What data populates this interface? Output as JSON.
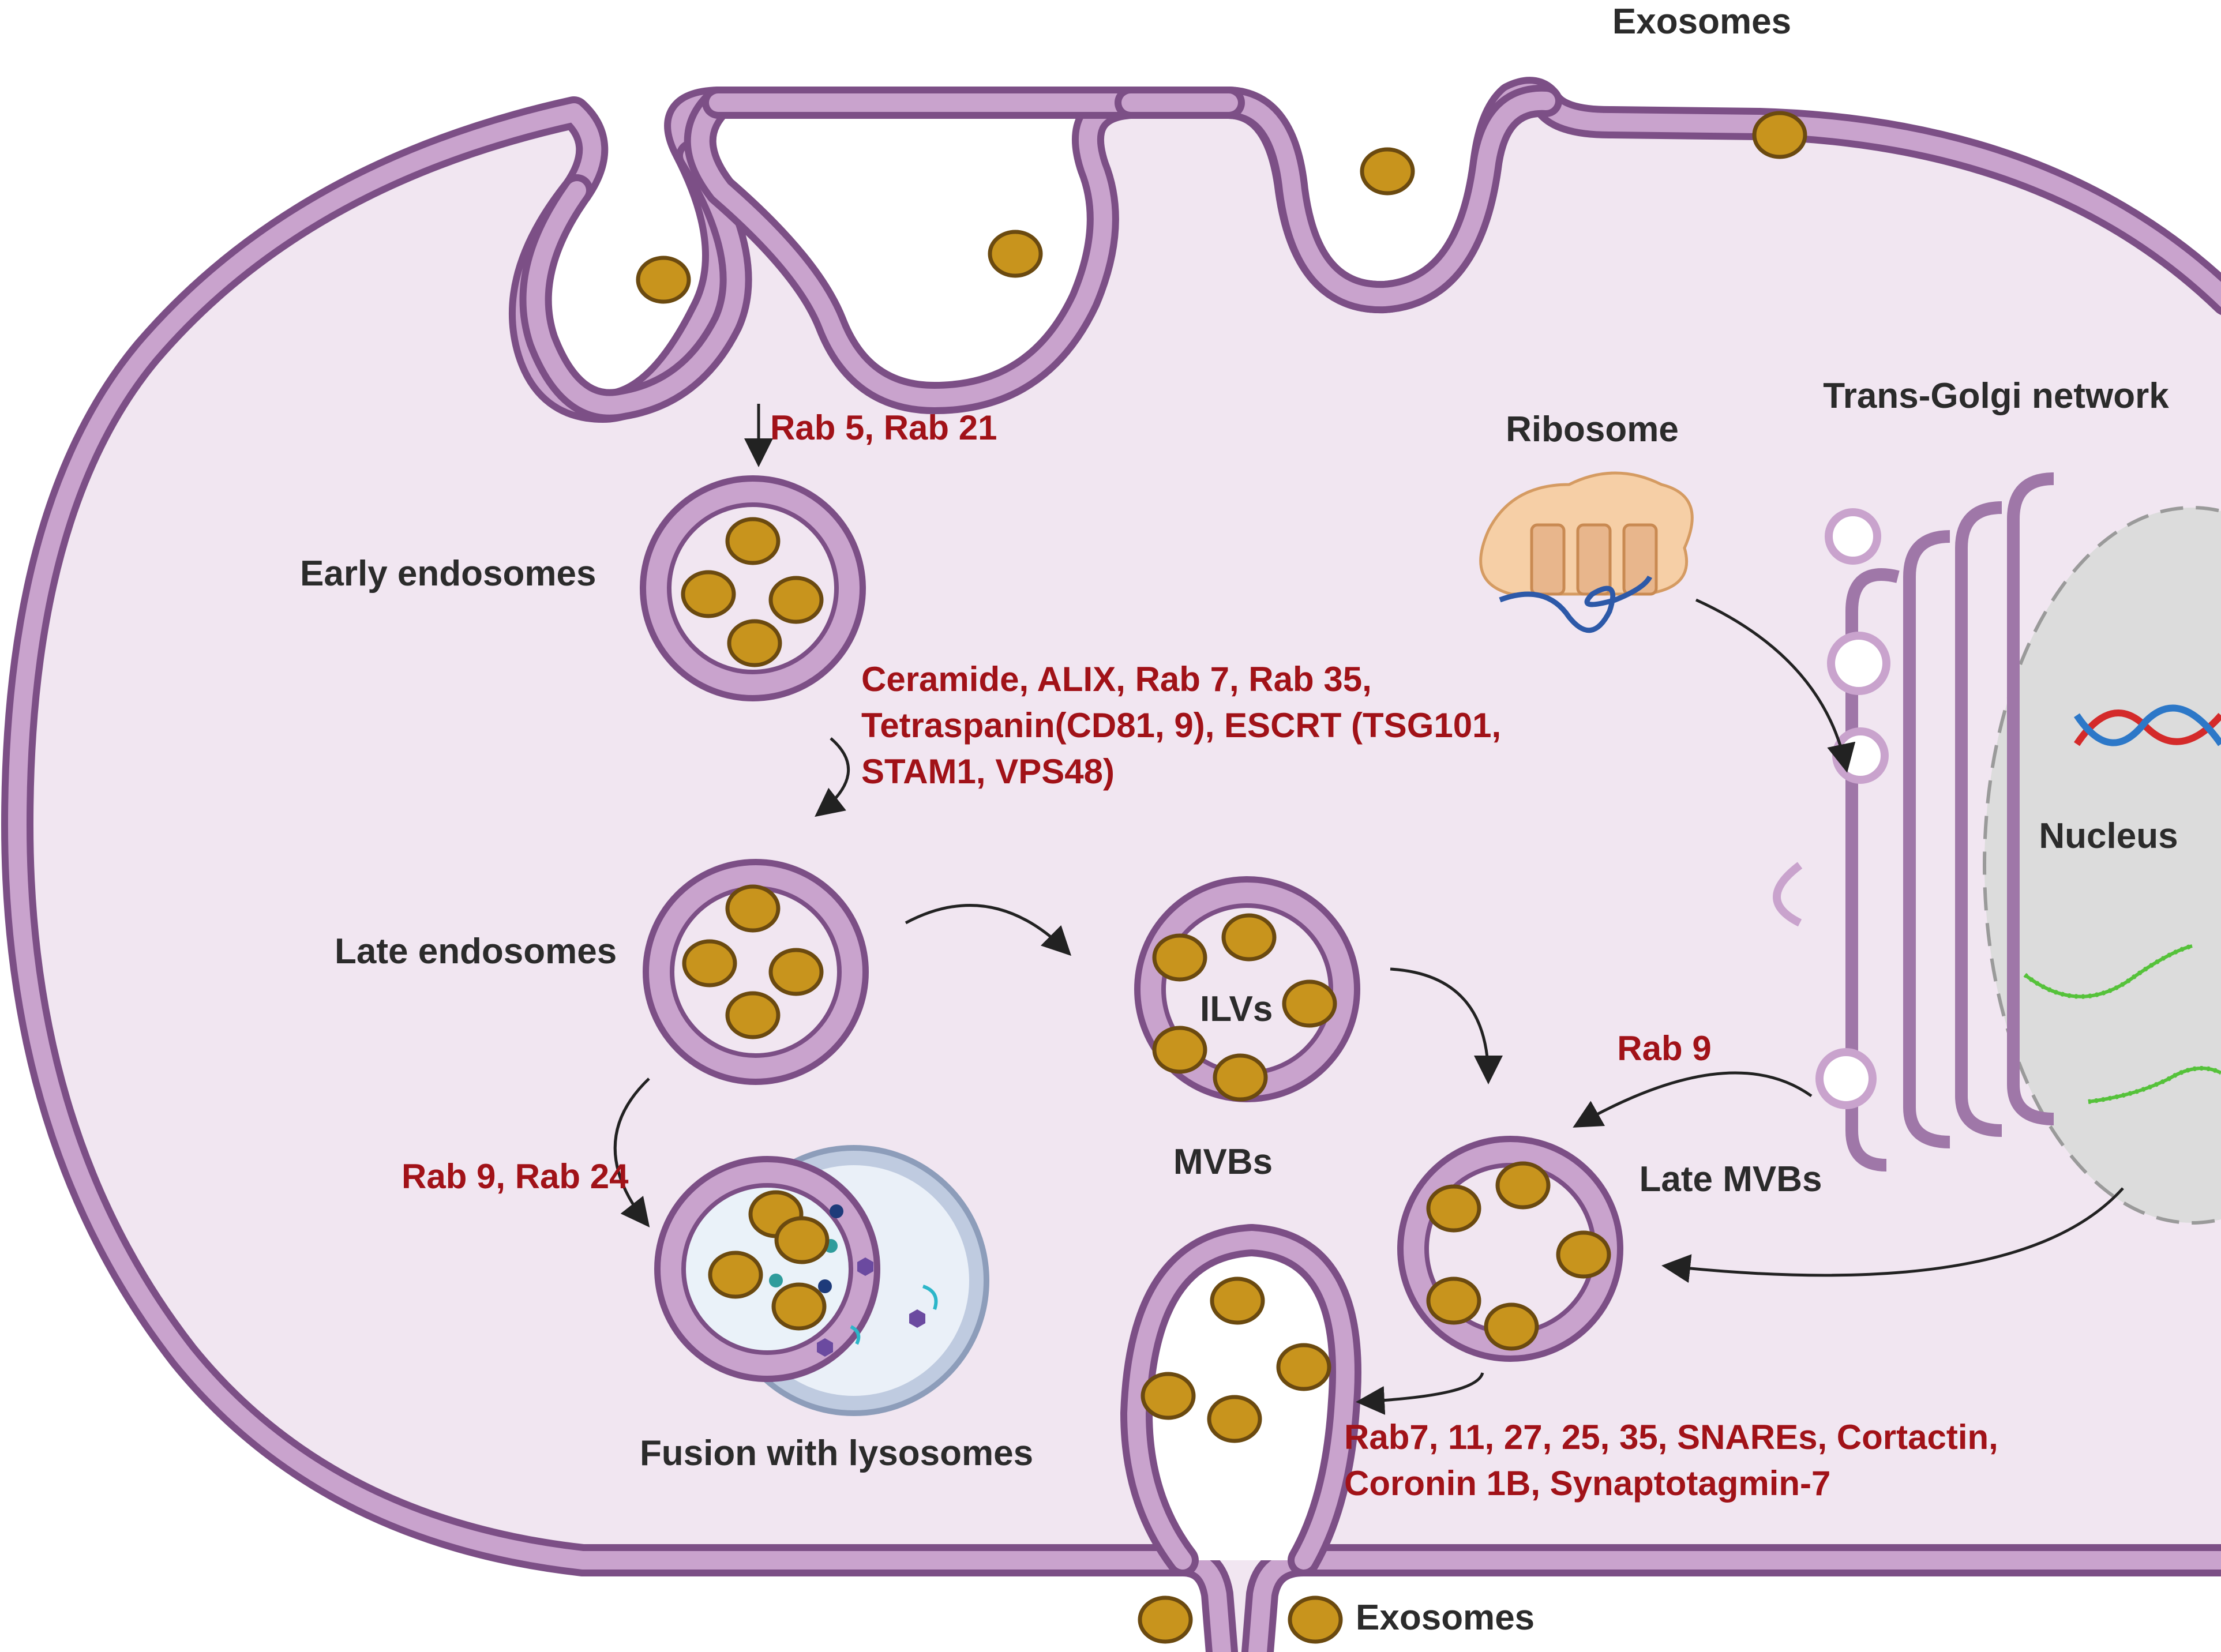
{
  "labels": {
    "exosomes_top": "Exosomes",
    "exosomes_bottom": "Exosomes",
    "rab5_rab21": "Rab 5, Rab 21",
    "early_endosomes": "Early endosomes",
    "markers_line1": "Ceramide, ALIX, Rab 7, Rab 35,",
    "markers_line2": "Tetraspanin(CD81, 9), ESCRT (TSG101,",
    "markers_line3": "STAM1, VPS48)",
    "late_endosomes": "Late endosomes",
    "ilvs": "ILVs",
    "mvbs": "MVBs",
    "rab9_rab24": "Rab 9, Rab 24",
    "fusion_lysosomes": "Fusion with lysosomes",
    "ribosome": "Ribosome",
    "trans_golgi": "Trans-Golgi network",
    "nucleus": "Nucleus",
    "rab9": "Rab 9",
    "late_mvbs": "Late MVBs",
    "secretion_line1": "Rab7, 11, 27, 25, 35, SNAREs, Cortactin,",
    "secretion_line2": "Coronin 1B, Synaptotagmin-7"
  },
  "colors": {
    "cytoplasm": "#f1e6f1",
    "membrane_dark": "#7c4f86",
    "membrane_light": "#c9a3cd",
    "exosome": "#c8941d",
    "red_text": "#a11218",
    "dark_text": "#2b2b2b",
    "nucleus": "#dcdcdc",
    "lysosome": "#a9b8cf",
    "ribosome": "#f6cfa6",
    "dna_red": "#d42a2a",
    "dna_blue": "#2d78c8",
    "rna_green": "#55c23a"
  },
  "icons": [
    "exosome-vesicle",
    "ribosome",
    "dna-helix",
    "rna-strand",
    "lysosome"
  ]
}
